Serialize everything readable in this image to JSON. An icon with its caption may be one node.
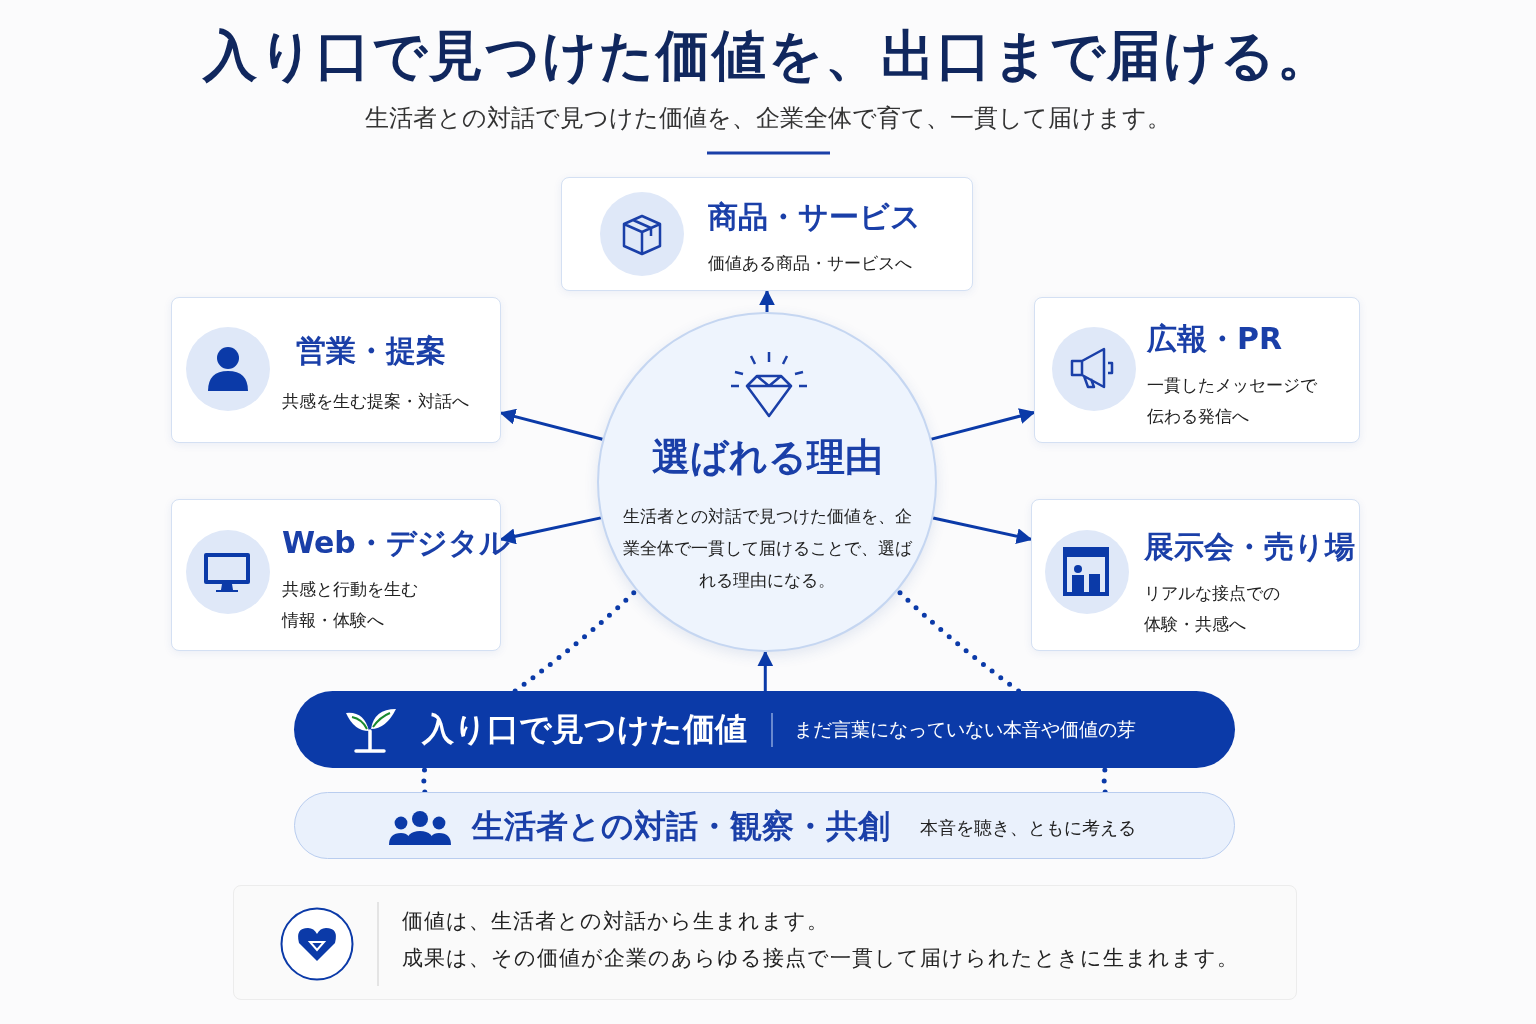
{
  "diagram": {
    "title": "入り口で見つけた価値を、出口まで届ける。",
    "nodes": [
      {
        "text": [
          "選ばれる理由",
          "生活者との対話で見つけた価値を、企業全体で一貫して届けることで、選ばれる理由になる。"
        ]
      },
      {
        "text": [
          "商品・サービス",
          "価値ある商品・サービスへ"
        ]
      },
      {
        "text": [
          "営業・提案",
          "共感を生む提案・対話へ"
        ]
      },
      {
        "text": [
          "広報・PR",
          "一貫したメッセージで伝わる発信へ"
        ]
      },
      {
        "text": [
          "Web・デジタル",
          "共感と行動を生む情報・体験へ"
        ]
      },
      {
        "text": [
          "展示会・売り場",
          "リアルな接点での体験・共感へ"
        ]
      },
      {
        "text": [
          "入り口で見つけた価値",
          "まだ言葉になっていない本音や価値の芽"
        ]
      },
      {
        "text": [
          "生活者との対話・観察・共創",
          "本音を聴き、ともに考える"
        ]
      },
      {
        "text": [
          "価値は、生活者との対話から生まれます。",
          "成果は、その価値が企業のあらゆる接点で一貫して届けられたときに生まれます。"
        ]
      }
    ],
    "edges": [
      {
        "from": 0,
        "to": 1,
        "arrow": "to"
      },
      {
        "from": 0,
        "to": 2,
        "arrow": "to"
      },
      {
        "from": 0,
        "to": 3,
        "arrow": "to"
      },
      {
        "from": 0,
        "to": 4,
        "arrow": "to"
      },
      {
        "from": 0,
        "to": 5,
        "arrow": "to"
      },
      {
        "from": 6,
        "to": 0,
        "arrow": "to"
      },
      {
        "from": 6,
        "to": 0,
        "arrow": "none",
        "style": "dashed"
      },
      {
        "from": 6,
        "to": 0,
        "arrow": "none",
        "style": "dashed"
      },
      {
        "from": 7,
        "to": 6,
        "arrow": "none",
        "style": "dashed"
      },
      {
        "from": 7,
        "to": 6,
        "arrow": "none",
        "style": "dashed"
      }
    ],
    "labels": [
      "生活者との対話で見つけた価値を、企業全体で育て、一貫して届けます。"
    ]
  }
}
